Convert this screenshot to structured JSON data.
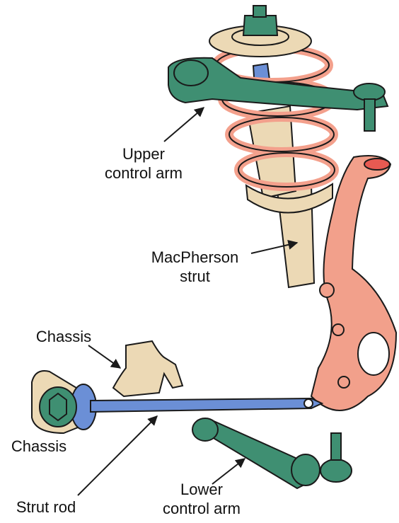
{
  "labels": {
    "upper_control_arm": [
      "Upper",
      "control arm"
    ],
    "macpherson_strut": [
      "MacPherson",
      "strut"
    ],
    "chassis_top": "Chassis",
    "chassis_left": "Chassis",
    "lower_control_arm": [
      "Lower",
      "control arm"
    ],
    "strut_rod": "Strut rod"
  },
  "colors": {
    "green_arm": "#3f8f72",
    "spring": "#f3a08c",
    "tan": "#ecd9b5",
    "knuckle": "#f2a08b",
    "rod": "#6b8fd6",
    "outline": "#1a1a1a"
  }
}
